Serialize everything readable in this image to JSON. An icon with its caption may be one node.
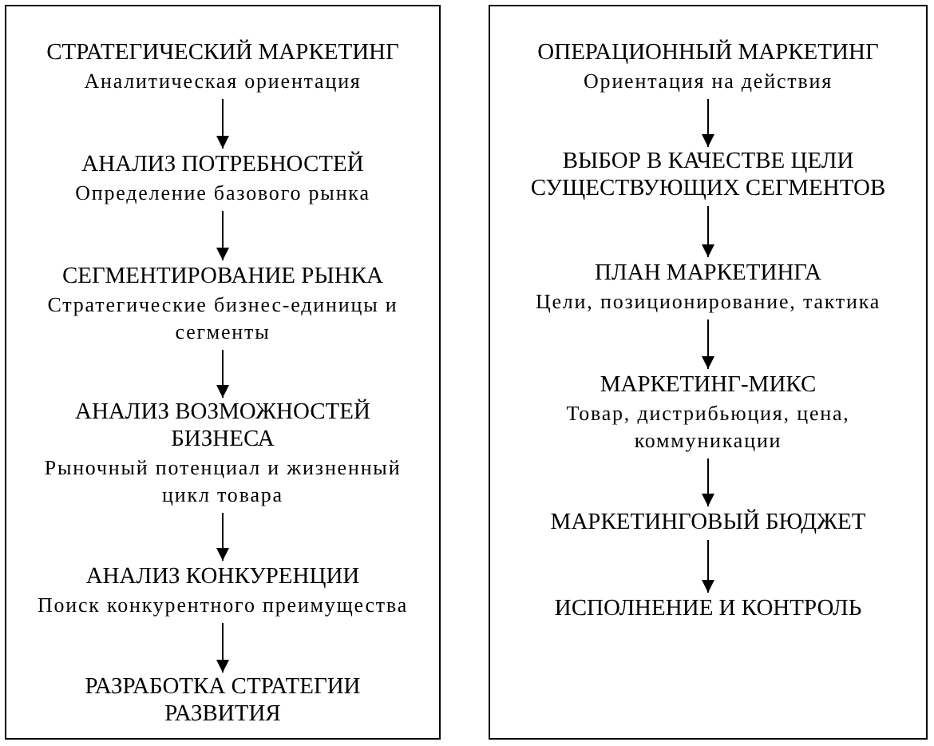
{
  "diagram": {
    "nodes": [
      {
        "text": [],
        "shape": "box"
      },
      {
        "text": [
          "СТРАТЕГИЧЕСКИЙ МАРКЕТИНГ",
          "Аналитическая ориентация"
        ],
        "in": 0
      },
      {
        "text": [
          "АНАЛИЗ ПОТРЕБНОСТЕЙ",
          "Определение базового рынка"
        ],
        "in": 0
      },
      {
        "text": [
          "СЕГМЕНТИРОВАНИЕ РЫНКА",
          "Стратегические бизнес-единицы и сегменты"
        ],
        "in": 0
      },
      {
        "text": [
          "АНАЛИЗ ВОЗМОЖНОСТЕЙ БИЗНЕСА",
          "Рыночный потенциал и жизненный цикл товара"
        ],
        "in": 0
      },
      {
        "text": [
          "АНАЛИЗ КОНКУРЕНЦИИ",
          "Поиск конкурентного преимущества"
        ],
        "in": 0
      },
      {
        "text": [
          "РАЗРАБОТКА СТРАТЕГИИ РАЗВИТИЯ"
        ],
        "in": 0
      },
      {
        "text": [],
        "shape": "box"
      },
      {
        "text": [
          "ОПЕРАЦИОННЫЙ МАРКЕТИНГ",
          "Ориентация на действия"
        ],
        "in": 7
      },
      {
        "text": [
          "ВЫБОР В КАЧЕСТВЕ ЦЕЛИ СУЩЕСТВУЮЩИХ СЕГМЕНТОВ"
        ],
        "in": 7
      },
      {
        "text": [
          "ПЛАН МАРКЕТИНГА",
          "Цели, позиционирование, тактика"
        ],
        "in": 7
      },
      {
        "text": [
          "МАРКЕТИНГ-МИКС",
          "Товар, дистрибьюция, цена, коммуникации"
        ],
        "in": 7
      },
      {
        "text": [
          "МАРКЕТИНГОВЫЙ БЮДЖЕТ"
        ],
        "in": 7
      },
      {
        "text": [
          "ИСПОЛНЕНИЕ И КОНТРОЛЬ"
        ],
        "in": 7
      }
    ],
    "edges": [
      {
        "from": 1,
        "to": 2,
        "arrow": "to"
      },
      {
        "from": 2,
        "to": 3,
        "arrow": "to"
      },
      {
        "from": 3,
        "to": 4,
        "arrow": "to"
      },
      {
        "from": 4,
        "to": 5,
        "arrow": "to"
      },
      {
        "from": 5,
        "to": 6,
        "arrow": "to"
      },
      {
        "from": 8,
        "to": 9,
        "arrow": "to"
      },
      {
        "from": 9,
        "to": 10,
        "arrow": "to"
      },
      {
        "from": 10,
        "to": 11,
        "arrow": "to"
      },
      {
        "from": 11,
        "to": 12,
        "arrow": "to"
      },
      {
        "from": 12,
        "to": 13,
        "arrow": "to"
      }
    ]
  }
}
